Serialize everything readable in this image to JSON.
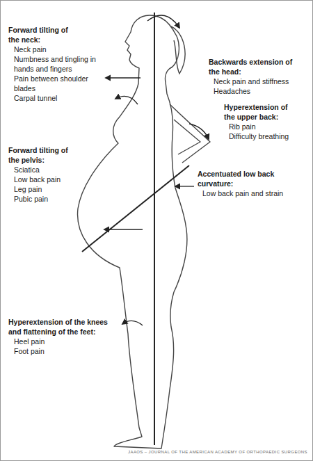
{
  "diagram": {
    "labels": [
      "Forward tilting of the neck:",
      "Neck pain",
      "Numbness and tingling in hands and fingers",
      "Pain between shoulder blades",
      "Carpal tunnel",
      "Backwards extension of the head:",
      "Neck pain and stiffness",
      "Headaches",
      "Hyperextension of the upper back:",
      "Rib pain",
      "Difficulty breathing",
      "Forward tilting of the pelvis:",
      "Sciatica",
      "Low back pain",
      "Leg pain",
      "Pubic pain",
      "Accentuated low back curvature:",
      "Low back pain and strain",
      "Hyperextension of the knees and flattening of the feet:",
      "Heel pain",
      "Foot pain",
      "JAAOS – JOURNAL OF THE AMERICAN ACADEMY OF ORTHOPAEDIC SURGEONS"
    ]
  }
}
